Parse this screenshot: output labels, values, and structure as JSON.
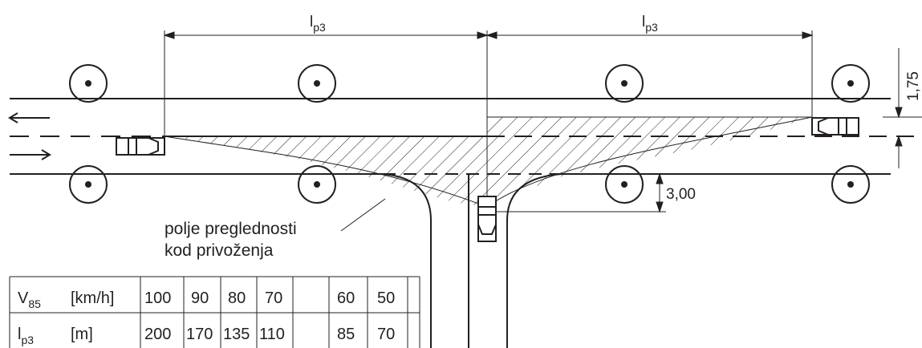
{
  "dimensions": {
    "left_span_main": "l",
    "left_span_sub": "p3",
    "right_span_main": "l",
    "right_span_sub": "p3",
    "lane_offset": "1,75",
    "stop_offset": "3,00"
  },
  "sight_field_label": {
    "line1": "polje preglednosti",
    "line2": "kod privoženja"
  },
  "table": {
    "row1": {
      "symbol_main": "V",
      "symbol_sub": "85",
      "unit": "[km/h]",
      "values": [
        "100",
        "90",
        "80",
        "70",
        "60",
        "50"
      ]
    },
    "row2": {
      "symbol_main": "l",
      "symbol_sub": "p3",
      "unit": "[m]",
      "values": [
        "200",
        "170",
        "135",
        "110",
        "85",
        "70"
      ]
    }
  },
  "colors": {
    "ink": "#231f20",
    "background": "#ffffff"
  }
}
